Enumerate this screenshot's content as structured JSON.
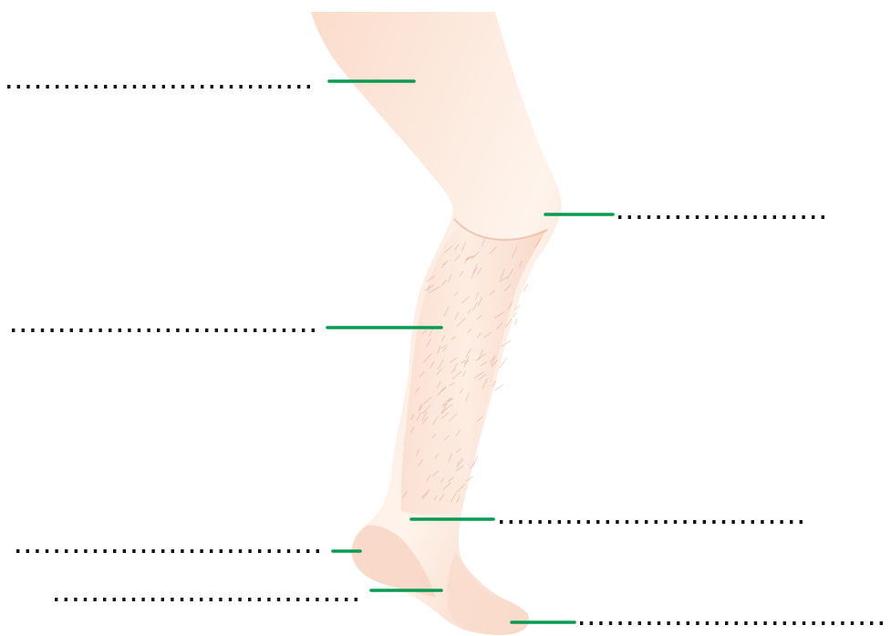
{
  "diagram": {
    "subject": "leg-anatomy-worksheet",
    "colors": {
      "pointer": "#0a9a50",
      "dots": "#111111",
      "skin_light": "#fde8dc",
      "skin_mid": "#f7cdb8",
      "skin_shadow": "#eeb39c",
      "hair": "#d9a088"
    },
    "labels": [
      {
        "id": "thigh",
        "side": "left",
        "text": ""
      },
      {
        "id": "knee",
        "side": "right",
        "text": ""
      },
      {
        "id": "calf",
        "side": "left",
        "text": ""
      },
      {
        "id": "ankle",
        "side": "right",
        "text": ""
      },
      {
        "id": "heel",
        "side": "left",
        "text": ""
      },
      {
        "id": "sole",
        "side": "left",
        "text": ""
      },
      {
        "id": "toes",
        "side": "right",
        "text": ""
      }
    ]
  }
}
